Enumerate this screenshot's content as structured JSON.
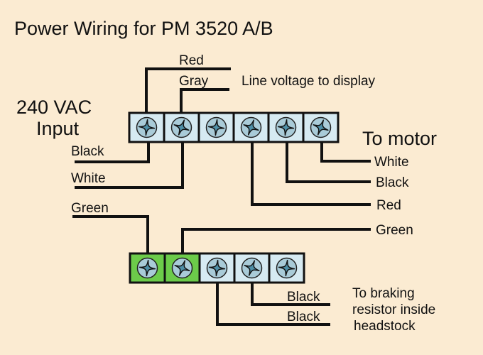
{
  "title": "Power Wiring for PM 3520 A/B",
  "colors": {
    "background": "#FBEBD2",
    "terminal_fill": "#D6EAF2",
    "terminal_green": "#6CCB4A",
    "screw_fill": "#A9CBD8",
    "screw_cross": "#4E8FA7",
    "wire": "#111111"
  },
  "top_block": {
    "terminals": 6,
    "icon": "screw-icon",
    "labels": {
      "input_heading_line1": "240 VAC",
      "input_heading_line2": "Input",
      "input_black": "Black",
      "input_white": "White",
      "display_red": "Red",
      "display_gray": "Gray",
      "display_note": "Line voltage to display",
      "motor_heading": "To motor",
      "motor_white": "White",
      "motor_black": "Black",
      "motor_red": "Red"
    }
  },
  "bottom_block": {
    "terminals": 5,
    "green_terminals": 2,
    "icon": "screw-icon",
    "labels": {
      "ground_left": "Green",
      "ground_right": "Green",
      "brake_black_1": "Black",
      "brake_black_2": "Black",
      "brake_note_line1": "To braking",
      "brake_note_line2": "resistor inside",
      "brake_note_line3": "headstock"
    }
  }
}
